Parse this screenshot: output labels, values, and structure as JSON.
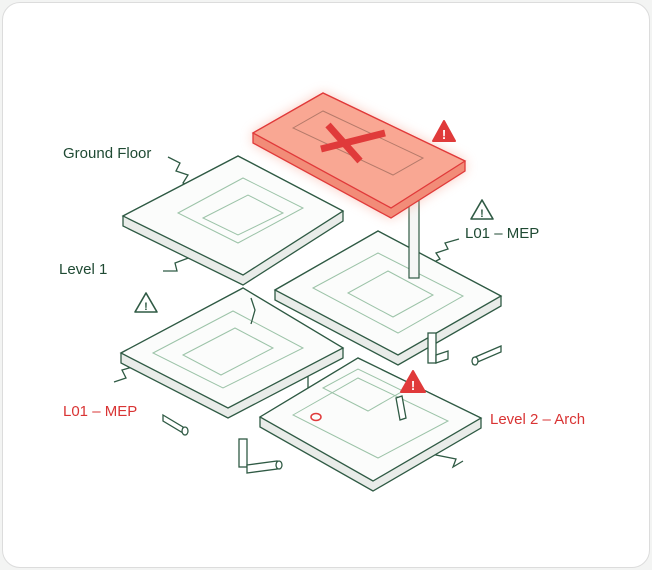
{
  "labels": {
    "ground_floor": "Ground Floor",
    "level_1": "Level 1",
    "l01_mep_right": "L01 – MEP",
    "l01_mep_left": "L01 – MEP",
    "level_2_arch": "Level 2 – Arch"
  },
  "colors": {
    "line": "#2f5a44",
    "alert": "#e03a3a",
    "rejected_slab": "#f7a08c"
  },
  "icons": [
    "warning-icon",
    "error-x-icon",
    "pipe-fitting-icon"
  ]
}
